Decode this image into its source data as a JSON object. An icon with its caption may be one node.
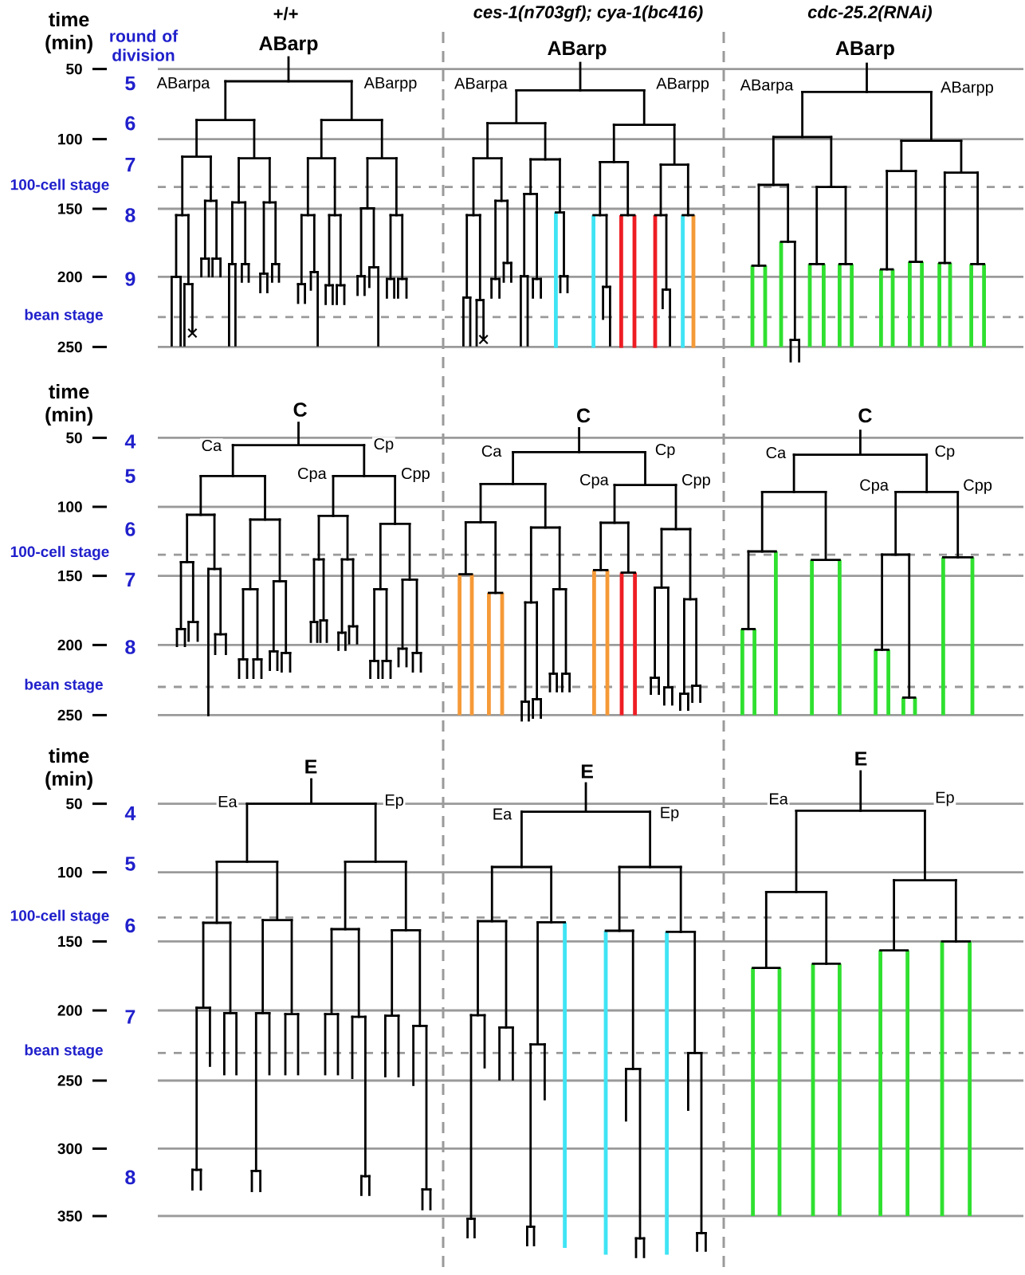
{
  "diagram": {
    "labels": [
      "time (min)",
      "+/+",
      "ces-1(n703gf); cya-1(bc416)",
      "cdc-25.2(RNAi)",
      "round of division",
      "ABarp",
      "ABarp",
      "ABarp",
      "50",
      "5",
      "ABarpa",
      "ABarpp",
      "ABarpa",
      "ABarpp",
      "ABarpa",
      "ABarpp",
      "6",
      "100",
      "7",
      "100-cell stage",
      "150",
      "8",
      "200",
      "9",
      "bean stage",
      "250",
      "time (min)",
      "C",
      "C",
      "C",
      "50",
      "4",
      "Ca",
      "Cp",
      "Ca",
      "Cp",
      "Ca",
      "Cp",
      "5",
      "Cpa",
      "Cpp",
      "Cpa",
      "Cpp",
      "Cpa",
      "Cpp",
      "100",
      "6",
      "100-cell stage",
      "150",
      "7",
      "200",
      "8",
      "bean stage",
      "250",
      "time (min)",
      "E",
      "E",
      "E",
      "50",
      "4",
      "Ea",
      "Ep",
      "Ea",
      "Ep",
      "Ea",
      "Ep",
      "5",
      "100",
      "100-cell stage",
      "6",
      "150",
      "200",
      "7",
      "bean stage",
      "250",
      "300",
      "8",
      "350"
    ]
  }
}
